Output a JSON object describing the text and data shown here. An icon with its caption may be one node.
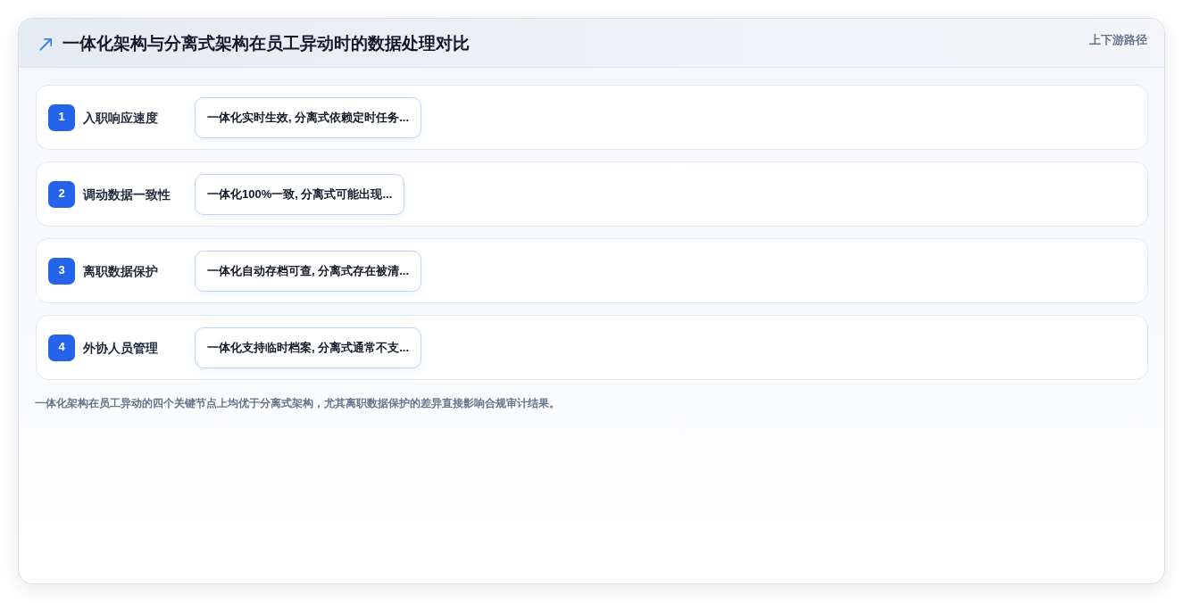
{
  "diagram": {
    "title": "一体化架构与分离式架构在员工异动时的数据处理对比",
    "caption": "一体化架构在员工异动的四个关键节点上均优于分离式架构，尤其离职数据保护的差异直接影响合规审计结果。",
    "nodes": [
      {
        "text": [
          "入职响应速度"
        ]
      },
      {
        "text": [
          "1"
        ],
        "in": 0
      },
      {
        "text": [
          "一体化实时生效, 分离式依赖定时任务..."
        ],
        "in": 0
      },
      {
        "text": [
          "调动数据一致性"
        ]
      },
      {
        "text": [
          "2"
        ],
        "in": 3
      },
      {
        "text": [
          "一体化100%一致, 分离式可能出现..."
        ],
        "in": 3
      },
      {
        "text": [
          "离职数据保护"
        ]
      },
      {
        "text": [
          "3"
        ],
        "in": 6
      },
      {
        "text": [
          "一体化自动存档可查, 分离式存在被清..."
        ],
        "in": 6
      },
      {
        "text": [
          "外协人员管理"
        ]
      },
      {
        "text": [
          "4"
        ],
        "in": 9
      },
      {
        "text": [
          "一体化支持临时档案, 分离式通常不支..."
        ],
        "in": 9
      }
    ],
    "labels": [
      "上下游路径"
    ]
  }
}
